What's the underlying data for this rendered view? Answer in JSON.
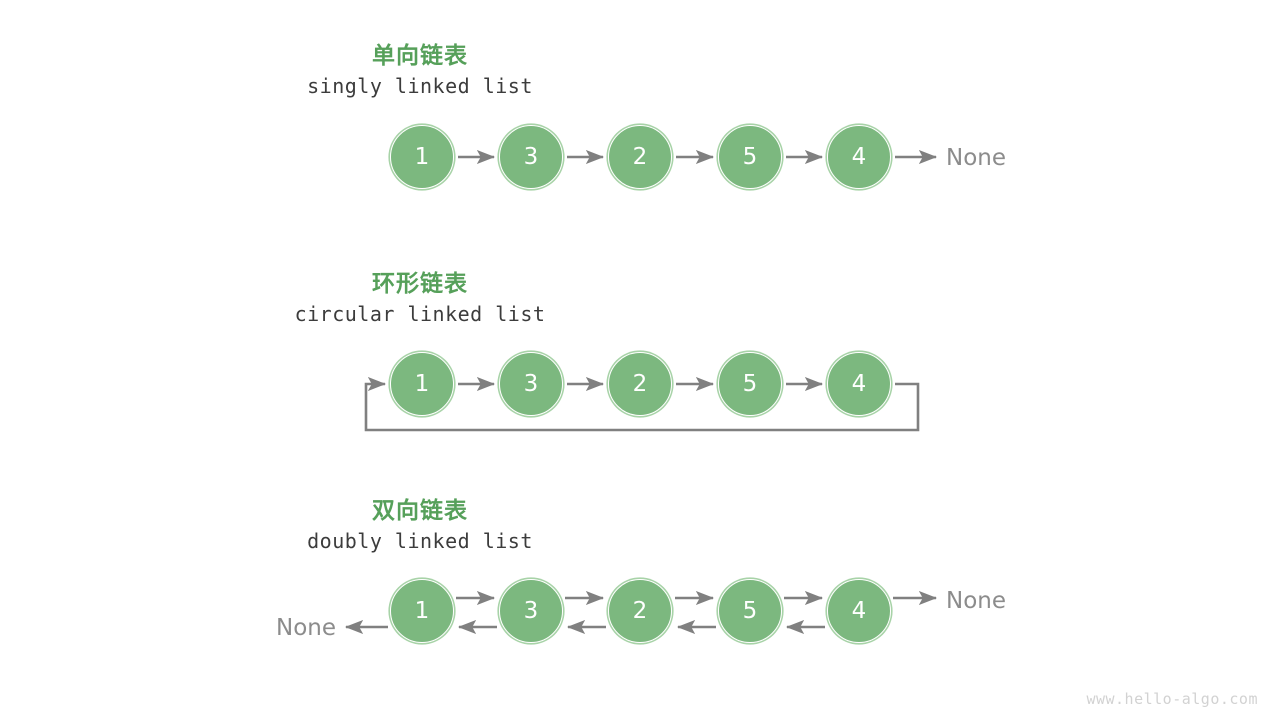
{
  "meta": {
    "watermark": "www.hello-algo.com",
    "colors": {
      "node_fill": "#7cb87f",
      "node_ring": "#a8d3a8",
      "heading_green": "#56a05a",
      "arrow_gray": "#808080",
      "none_gray": "#8c8c8c",
      "subtitle_gray": "#3c3c3c",
      "watermark_gray": "#d2d2d2",
      "background": "#ffffff"
    }
  },
  "sections": [
    {
      "id": "singly",
      "title": "单向链表",
      "subtitle": "singly linked list",
      "nodes": [
        {
          "value": "1"
        },
        {
          "value": "3"
        },
        {
          "value": "2"
        },
        {
          "value": "5"
        },
        {
          "value": "4"
        }
      ],
      "tail_label": "None",
      "head_label": null
    },
    {
      "id": "circular",
      "title": "环形链表",
      "subtitle": "circular linked list",
      "nodes": [
        {
          "value": "1"
        },
        {
          "value": "3"
        },
        {
          "value": "2"
        },
        {
          "value": "5"
        },
        {
          "value": "4"
        }
      ],
      "tail_label": null,
      "head_label": null
    },
    {
      "id": "doubly",
      "title": "双向链表",
      "subtitle": "doubly linked list",
      "nodes": [
        {
          "value": "1"
        },
        {
          "value": "3"
        },
        {
          "value": "2"
        },
        {
          "value": "5"
        },
        {
          "value": "4"
        }
      ],
      "tail_label": "None",
      "head_label": "None"
    }
  ]
}
